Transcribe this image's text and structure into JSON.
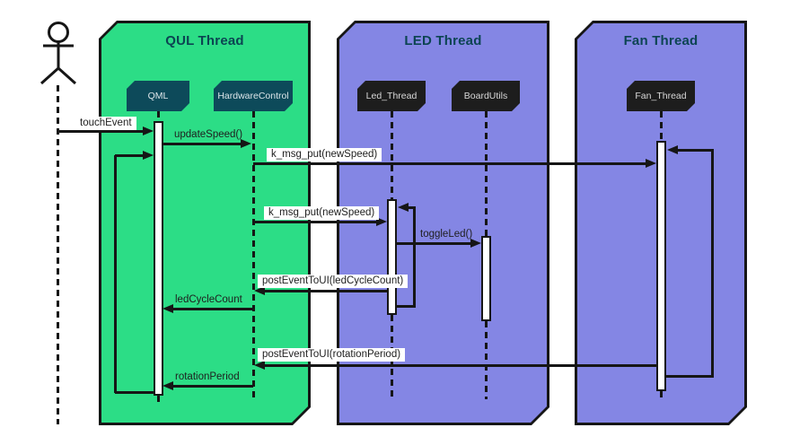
{
  "diagram": {
    "type": "uml-sequence-diagram",
    "colors": {
      "qul_thread_fill": "#2cdd86",
      "led_thread_fill": "#8486e4",
      "fan_thread_fill": "#8486e4",
      "teal_box_fill": "#0d4a5a",
      "dark_box_fill": "#1d1d1d",
      "line": "#161616",
      "title_text": "#0c4452"
    },
    "threads": [
      {
        "title": "QUL Thread",
        "participants": [
          {
            "label": "QML"
          },
          {
            "label": "HardwareControl"
          }
        ]
      },
      {
        "title": "LED Thread",
        "participants": [
          {
            "label": "Led_Thread"
          },
          {
            "label": "BoardUtils"
          }
        ]
      },
      {
        "title": "Fan Thread",
        "participants": [
          {
            "label": "Fan_Thread"
          }
        ]
      }
    ],
    "messages": [
      {
        "label": "touchEvent",
        "from": "actor",
        "to": "QML"
      },
      {
        "label": "updateSpeed()",
        "from": "QML",
        "to": "HardwareControl"
      },
      {
        "label": "k_msg_put(newSpeed)",
        "from": "HardwareControl",
        "to": "Fan_Thread"
      },
      {
        "label": "k_msg_put(newSpeed)",
        "from": "HardwareControl",
        "to": "Led_Thread"
      },
      {
        "label": "toggleLed()",
        "from": "Led_Thread",
        "to": "BoardUtils"
      },
      {
        "label": "postEventToUI(ledCycleCount)",
        "from": "Led_Thread",
        "to": "HardwareControl"
      },
      {
        "label": "ledCycleCount",
        "from": "HardwareControl",
        "to": "QML"
      },
      {
        "label": "postEventToUI(rotationPeriod)",
        "from": "Fan_Thread",
        "to": "HardwareControl"
      },
      {
        "label": "rotationPeriod",
        "from": "HardwareControl",
        "to": "QML"
      }
    ],
    "self_loops": [
      {
        "on": "QML"
      },
      {
        "on": "Led_Thread"
      },
      {
        "on": "Fan_Thread"
      }
    ]
  }
}
